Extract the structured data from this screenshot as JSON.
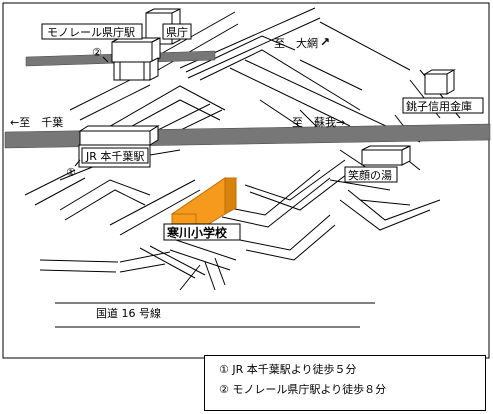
{
  "labels": {
    "monorail_station": "モノレール県庁駅",
    "prefectural_office": "県庁",
    "to_oami": "至　大網",
    "to_oami_arrow": "↗",
    "to_chiba": "←至　千葉",
    "to_soga": "至　蘇我→",
    "jr_station": "JR 本千葉駅",
    "bank": "銚子信用金庫",
    "bathhouse": "笑顔の湯",
    "school": "寒川小学校",
    "route16": "国道 16 号線",
    "marker_1": "①",
    "marker_2": "②"
  },
  "notes": [
    "①  JR 本千葉駅より徒歩５分",
    "②  モノレール県庁駅より徒歩８分"
  ],
  "colors": {
    "school_fill": "#f59a1c",
    "school_stroke": "#c0700a",
    "rail": "#777777",
    "lines": "#000000"
  }
}
